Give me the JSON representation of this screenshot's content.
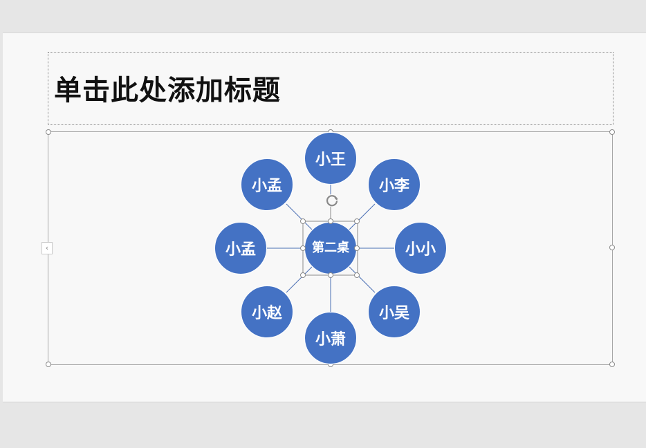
{
  "slide": {
    "title_placeholder": "单击此处添加标题"
  },
  "diagram": {
    "center_label": "第二桌",
    "satellites": [
      {
        "id": "top",
        "label": "小王"
      },
      {
        "id": "top-right",
        "label": "小李"
      },
      {
        "id": "right",
        "label": "小小"
      },
      {
        "id": "bottom-right",
        "label": "小吴"
      },
      {
        "id": "bottom",
        "label": "小萧"
      },
      {
        "id": "bottom-left",
        "label": "小赵"
      },
      {
        "id": "left",
        "label": "小孟"
      },
      {
        "id": "top-left",
        "label": "小孟"
      }
    ],
    "node_color": "#4472c4",
    "connector_color": "#4a6fb5"
  },
  "icons": {
    "rotate": "rotate-handle-icon",
    "collapse": "chevron-left-icon"
  }
}
